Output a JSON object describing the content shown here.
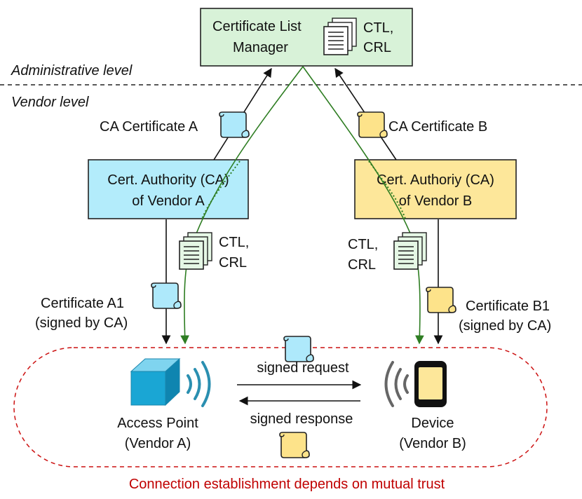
{
  "levels": {
    "admin": "Administrative level",
    "vendor": "Vendor level"
  },
  "clm": {
    "line1": "Certificate List",
    "line2": "Manager",
    "ctl": "CTL,",
    "crl": "CRL"
  },
  "ca_a": {
    "line1": "Cert. Authority (CA)",
    "line2": "of Vendor A"
  },
  "ca_b": {
    "line1": "Cert. Authoriy (CA)",
    "line2": "of Vendor B"
  },
  "labels": {
    "ca_cert_a": "CA Certificate A",
    "ca_cert_b": "CA Certificate B",
    "ctl_left": "CTL,",
    "crl_left": "CRL",
    "ctl_right": "CTL,",
    "crl_right": "CRL",
    "cert_a1_line1": "Certificate A1",
    "cert_a1_line2": "(signed by CA)",
    "cert_b1_line1": "Certificate B1",
    "cert_b1_line2": "(signed by CA)",
    "signed_request": "signed request",
    "signed_response": "signed response",
    "ap_line1": "Access Point",
    "ap_line2": "(Vendor A)",
    "dev_line1": "Device",
    "dev_line2": "(Vendor B)",
    "trust": "Connection establishment depends on mutual trust"
  },
  "colors": {
    "clm_fill": "#d8f2d8",
    "ca_a_fill": "#b3ecfb",
    "ca_b_fill": "#fde79a",
    "scroll_blue": "#aee9fb",
    "scroll_yellow": "#fde38a",
    "trust_line": "#cc1111",
    "green_line": "#2e7d22",
    "ap_cube": "#1aa6d4",
    "wave_ap": "#2a8fb0",
    "wave_dev": "#666666"
  }
}
